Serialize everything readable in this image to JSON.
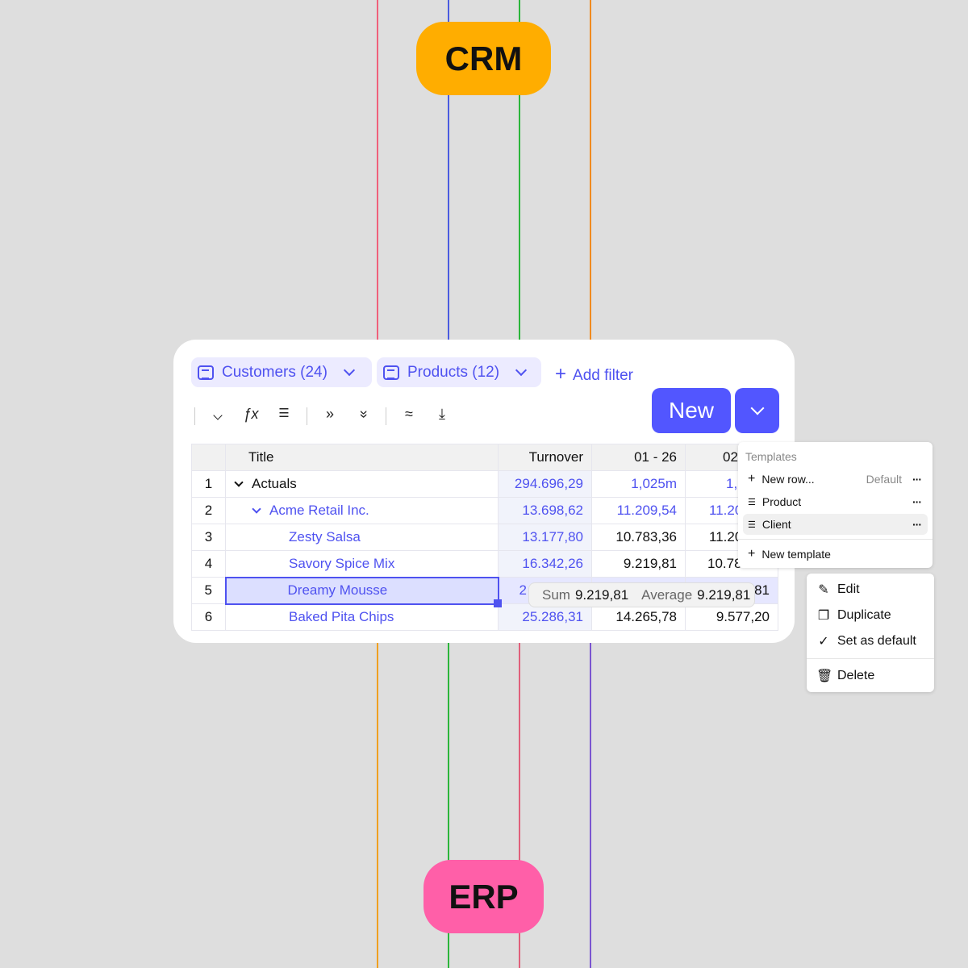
{
  "badges": {
    "top": "CRM",
    "bottom": "ERP"
  },
  "colors": {
    "crm": "#FFAD00",
    "erp": "#FF5FA8",
    "accent": "#5256FF"
  },
  "filters": [
    {
      "label": "Customers (24)",
      "icon": "list-icon"
    },
    {
      "label": "Products (12)",
      "icon": "list-icon"
    }
  ],
  "add_filter": "Add filter",
  "toolbar": {
    "icons": [
      "chevron-down-icon",
      "function-icon",
      "list-icon",
      "expand-right-icon",
      "expand-down-icon",
      "chart-icon",
      "download-icon"
    ],
    "new": "New"
  },
  "table": {
    "headers": [
      "",
      "Title",
      "Turnover",
      "01 - 26",
      "02"
    ],
    "rows": [
      {
        "n": "1",
        "title": "Actuals",
        "turnover": "294.696,29",
        "c1": "1,025m",
        "c2": "1,"
      },
      {
        "n": "2",
        "title": "Acme Retail Inc.",
        "turnover": "13.698,62",
        "c1": "11.209,54",
        "c2": "11.20"
      },
      {
        "n": "3",
        "title": "Zesty Salsa",
        "turnover": "13.177,80",
        "c1": "10.783,36",
        "c2": "11.20"
      },
      {
        "n": "4",
        "title": "Savory Spice Mix",
        "turnover": "16.342,26",
        "c1": "9.219,81",
        "c2": "10.78"
      },
      {
        "n": "5",
        "title": "Dreamy Mousse",
        "turnover": "2",
        "c1": "",
        "c2": "81"
      },
      {
        "n": "6",
        "title": "Baked Pita Chips",
        "turnover": "25.286,31",
        "c1": "14.265,78",
        "c2": "9.577,20"
      }
    ]
  },
  "tooltip": {
    "sum_label": "Sum",
    "sum": "9.219,81",
    "avg_label": "Average",
    "avg": "9.219,81"
  },
  "templates": {
    "title": "Templates",
    "items": [
      {
        "label": "New row...",
        "badge": "Default"
      },
      {
        "label": "Product"
      },
      {
        "label": "Client"
      }
    ],
    "new_template": "New template"
  },
  "context": {
    "edit": "Edit",
    "duplicate": "Duplicate",
    "set_default": "Set as default",
    "delete": "Delete"
  }
}
